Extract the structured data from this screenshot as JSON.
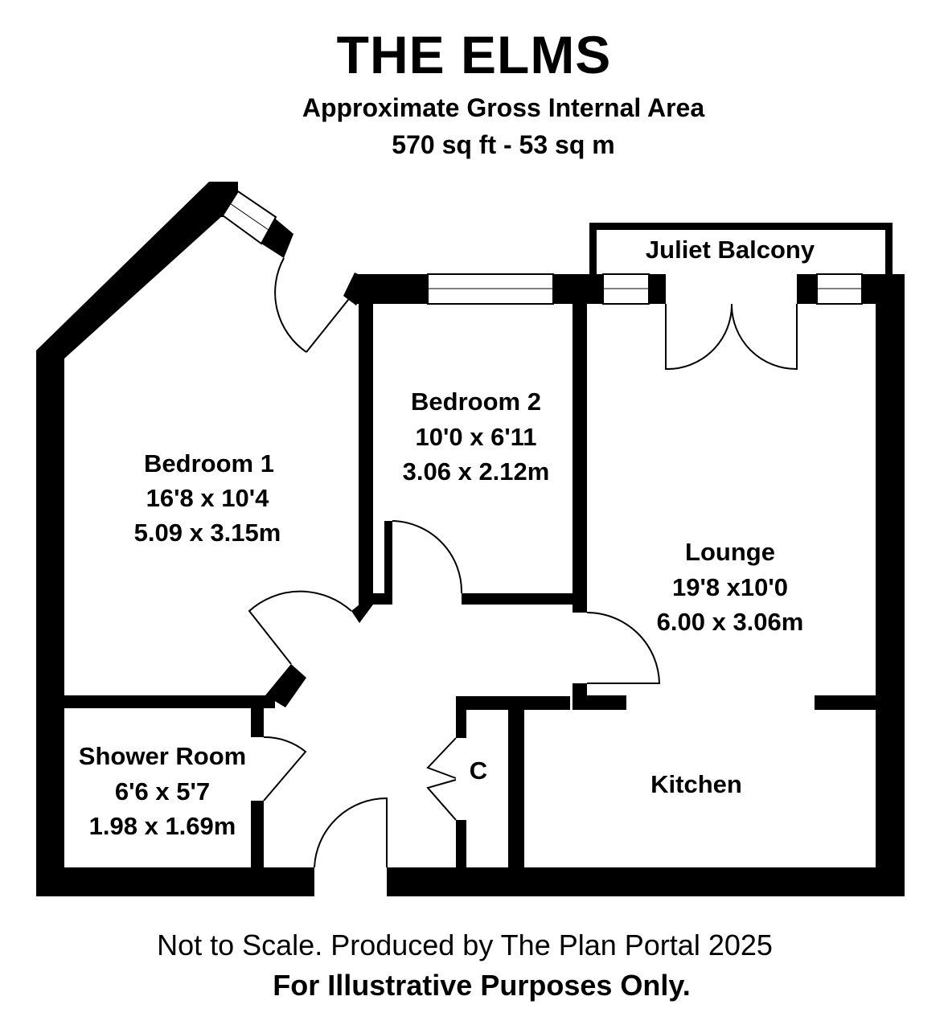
{
  "header": {
    "title": "THE ELMS",
    "area_label": "Approximate Gross Internal Area",
    "area_value": "570 sq ft - 53 sq m"
  },
  "rooms": {
    "bedroom1": {
      "name": "Bedroom 1",
      "imperial": "16'8 x 10'4",
      "metric": "5.09 x 3.15m"
    },
    "bedroom2": {
      "name": "Bedroom 2",
      "imperial": "10'0 x 6'11",
      "metric": "3.06 x 2.12m"
    },
    "lounge": {
      "name": "Lounge",
      "imperial": "19'8 x10'0",
      "metric": "6.00 x 3.06m"
    },
    "shower": {
      "name": "Shower Room",
      "imperial": "6'6 x 5'7",
      "metric": "1.98 x 1.69m"
    },
    "kitchen": {
      "name": "Kitchen"
    },
    "cupboard": {
      "name": "C"
    },
    "balcony": {
      "name": "Juliet Balcony"
    }
  },
  "footer": {
    "disclaimer": "Not to Scale. Produced by The Plan Portal 2025",
    "note": "For Illustrative Purposes Only."
  },
  "colors": {
    "wall": "#000000",
    "background": "#ffffff"
  }
}
